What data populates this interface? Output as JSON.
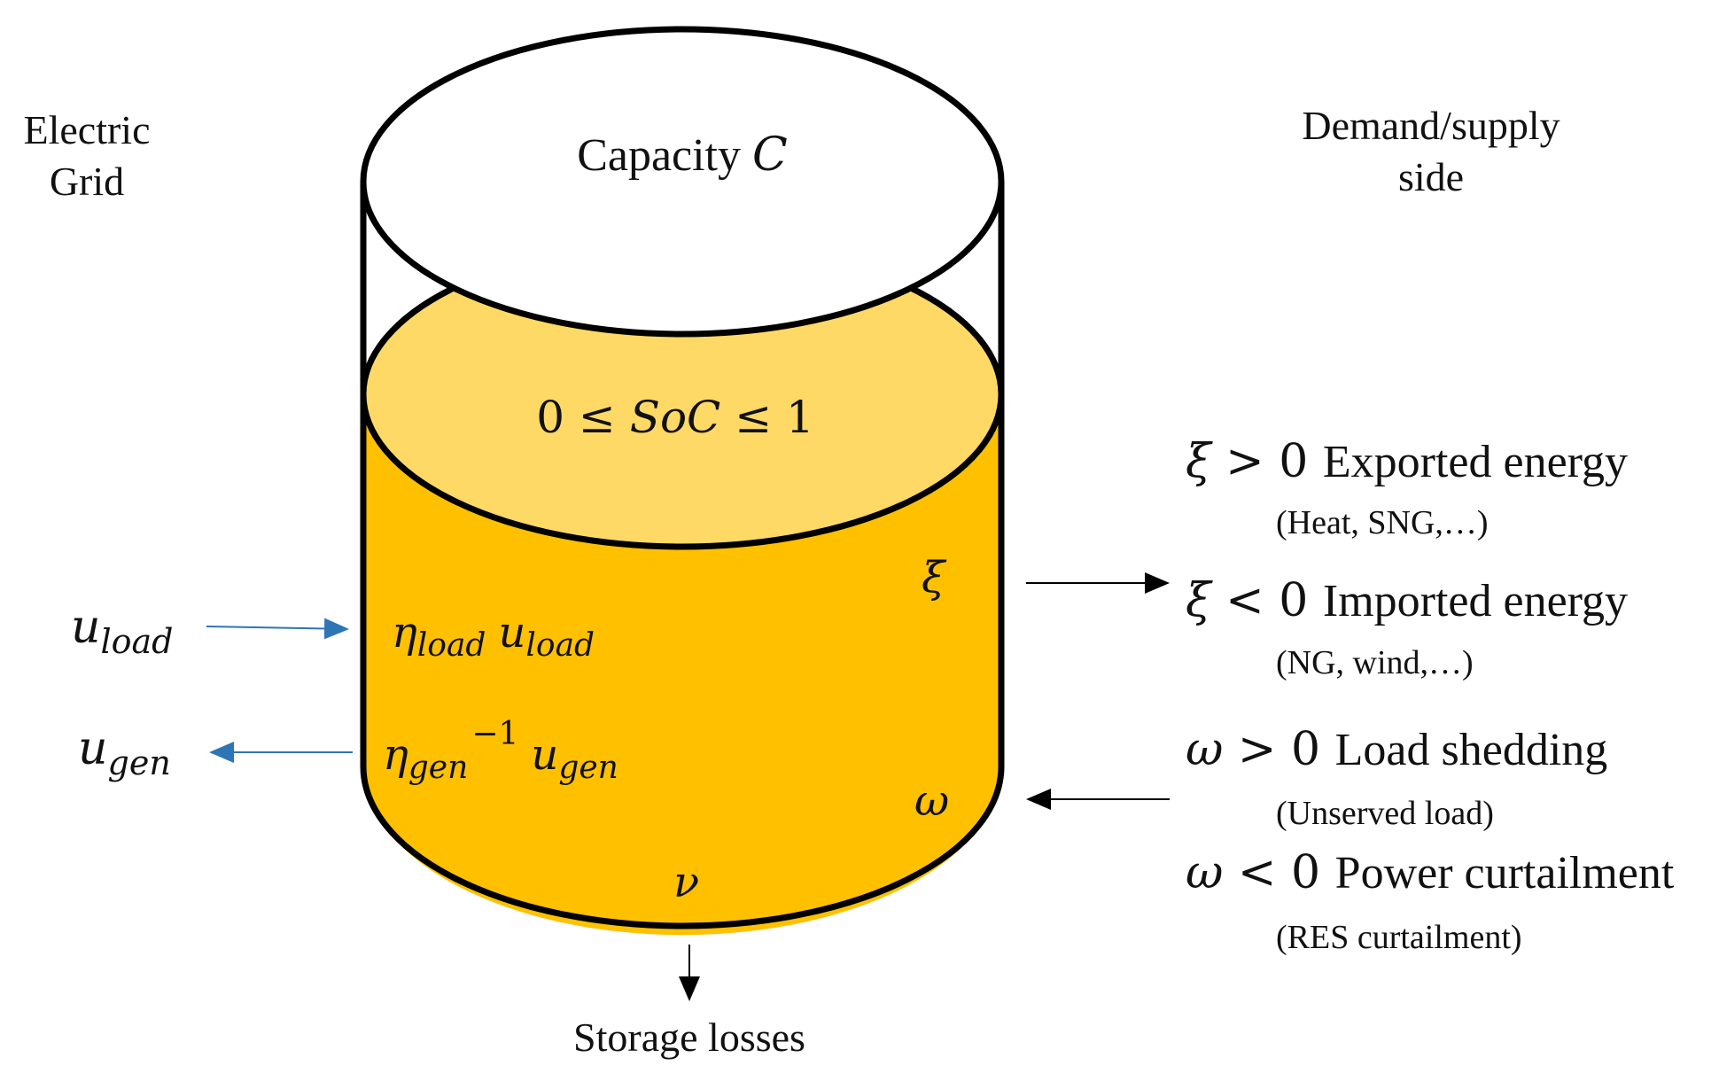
{
  "grid_side": {
    "title_line1": "Electric",
    "title_line2": "Grid",
    "u_load": {
      "base": "u",
      "sub": "load"
    },
    "u_gen": {
      "base": "u",
      "sub": "gen"
    }
  },
  "demand_side": {
    "title_line1": "Demand/supply",
    "title_line2": "side"
  },
  "tank": {
    "capacity_text": "Capacity ",
    "capacity_symbol": "C",
    "soc_left": "0 ≤ ",
    "soc_symbol": "SoC",
    "soc_right": " ≤ 1",
    "xi_symbol": "ξ",
    "omega_symbol": "ω",
    "nu_symbol": "ν",
    "load_term": {
      "eta": "η",
      "eta_sub": "load",
      "u": "u",
      "u_sub": "load"
    },
    "gen_term": {
      "eta": "η",
      "eta_sub": "gen",
      "exp": "−1",
      "u": "u",
      "u_sub": "gen"
    }
  },
  "storage_losses": "Storage losses",
  "exchanges": [
    {
      "symbol": "ξ",
      "relation": " > 0 ",
      "label": "Exported energy",
      "note": "(Heat, SNG,…)"
    },
    {
      "symbol": "ξ",
      "relation": " < 0 ",
      "label": "Imported energy",
      "note": "(NG, wind,…)"
    },
    {
      "symbol": "ω",
      "relation": " > 0 ",
      "label": "Load shedding",
      "note": "(Unserved  load)"
    },
    {
      "symbol": "ω",
      "relation": " < 0 ",
      "label": "Power curtailment",
      "note": "(RES curtailment)"
    }
  ],
  "colors": {
    "liquid": "#FFC000",
    "liquid_surface": "#FFD966",
    "outline": "#000000",
    "arrow_blue": "#2E75B6",
    "arrow_black": "#000000"
  }
}
